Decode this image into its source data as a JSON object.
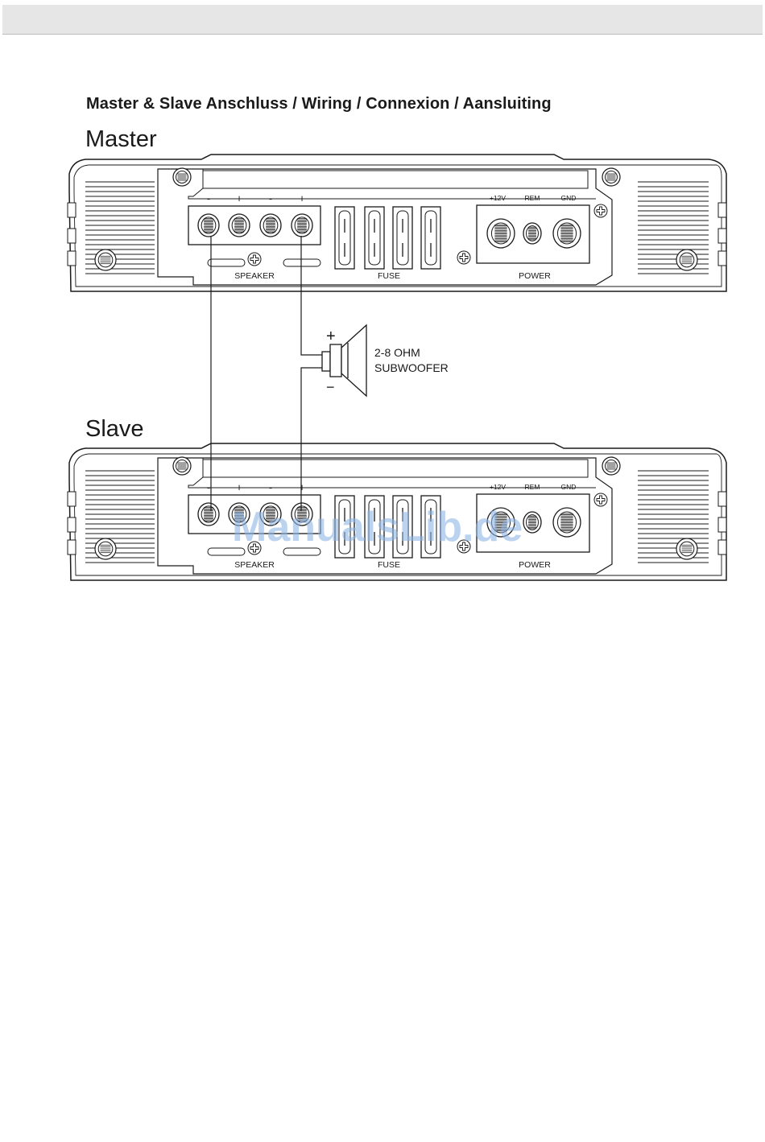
{
  "page": {
    "heading": "Master & Slave Anschluss / Wiring / Connexion / Aansluiting"
  },
  "amplifiers": [
    {
      "label": "Master",
      "speaker_terminals": [
        "-",
        "+",
        "-",
        "+"
      ],
      "speaker_label": "SPEAKER",
      "fuse_label": "FUSE",
      "power_terminals": [
        "+12V",
        "REM",
        "GND"
      ],
      "power_label": "POWER"
    },
    {
      "label": "Slave",
      "speaker_terminals": [
        "-",
        "+",
        "-",
        "+"
      ],
      "speaker_label": "SPEAKER",
      "fuse_label": "FUSE",
      "power_terminals": [
        "+12V",
        "REM",
        "GND"
      ],
      "power_label": "POWER"
    }
  ],
  "subwoofer": {
    "plus": "+",
    "minus": "−",
    "line1": "2-8 OHM",
    "line2": "SUBWOOFER"
  },
  "watermark": "ManualsLib.de",
  "colors": {
    "line": "#1a1a1a",
    "topbar": "#e6e6e6",
    "watermark": "#8fb6e6"
  }
}
